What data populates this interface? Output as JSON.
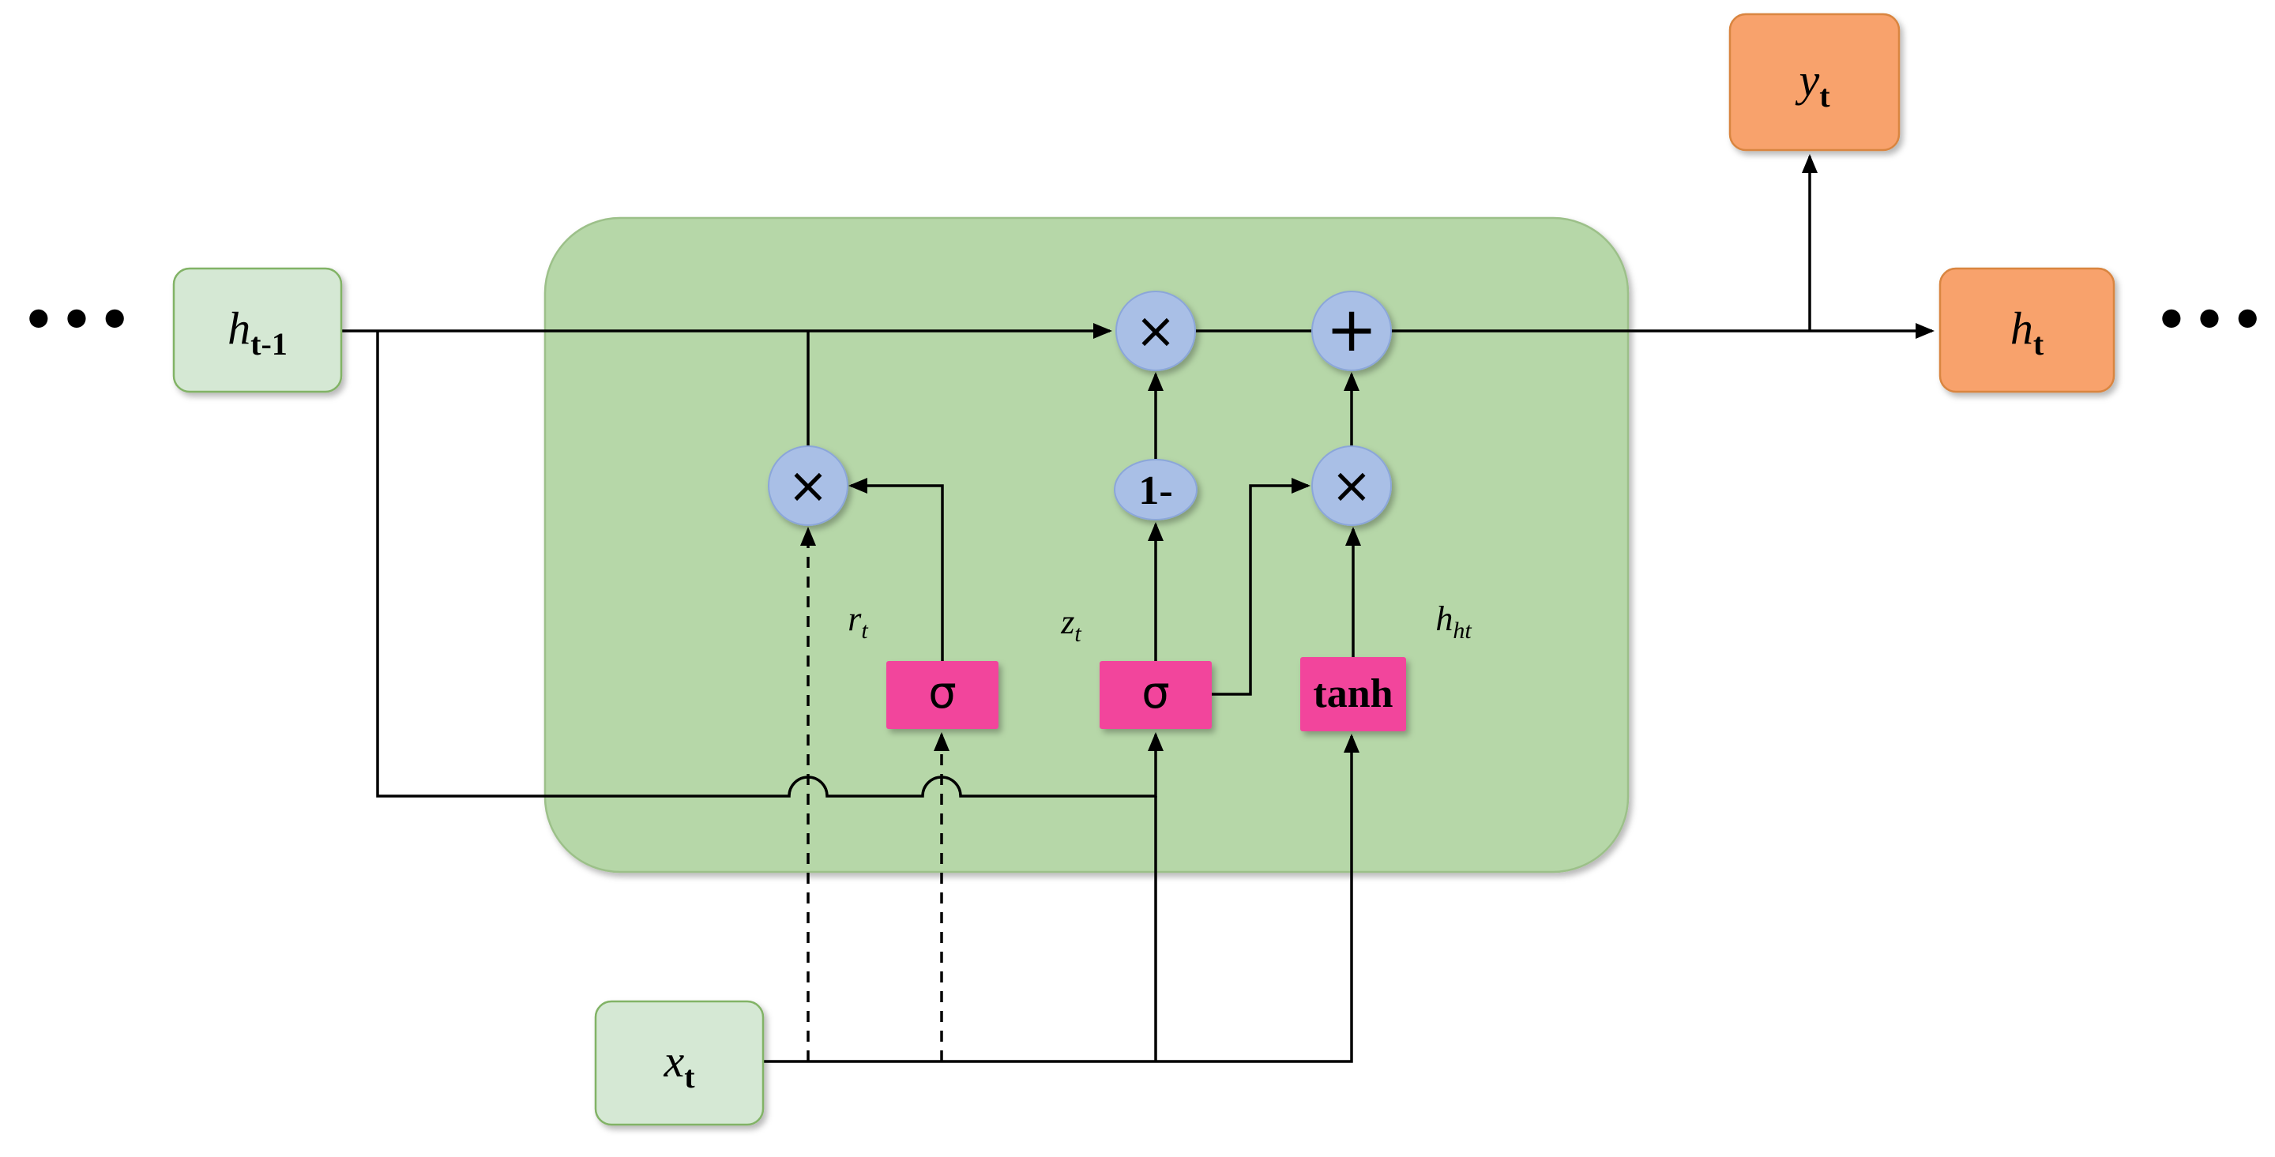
{
  "nodes": {
    "h_prev": {
      "base": "h",
      "sub": "t-1"
    },
    "h_next": {
      "base": "h",
      "sub": "t"
    },
    "y_out": {
      "base": "y",
      "sub": "t"
    },
    "x_in": {
      "base": "x",
      "sub": "t"
    },
    "reset_gate": {
      "label": "σ"
    },
    "update_gate": {
      "label": "σ"
    },
    "candidate": {
      "label": "tanh"
    },
    "one_minus": {
      "label": "1-"
    }
  },
  "operators": {
    "multiply": "×",
    "add": "+"
  },
  "labels": {
    "r_t": {
      "base": "r",
      "sub": "t"
    },
    "z_t": {
      "base": "z",
      "sub": "t"
    },
    "h_candidate": {
      "base": "h",
      "sub": "ht"
    }
  },
  "decor": {
    "ellipsis_left": "•••",
    "ellipsis_right": "•••"
  },
  "colors": {
    "background": "#ffffff",
    "cell_fill": "#b6d7a8",
    "cell_stroke": "#9cc089",
    "input_fill": "#d5e8d4",
    "input_stroke": "#82b366",
    "output_fill": "#f8a26c",
    "output_stroke": "#d9853f",
    "op_fill": "#a9bfe6",
    "op_stroke": "#8ba6d9",
    "gate_fill": "#f2459c",
    "line": "#000000"
  }
}
